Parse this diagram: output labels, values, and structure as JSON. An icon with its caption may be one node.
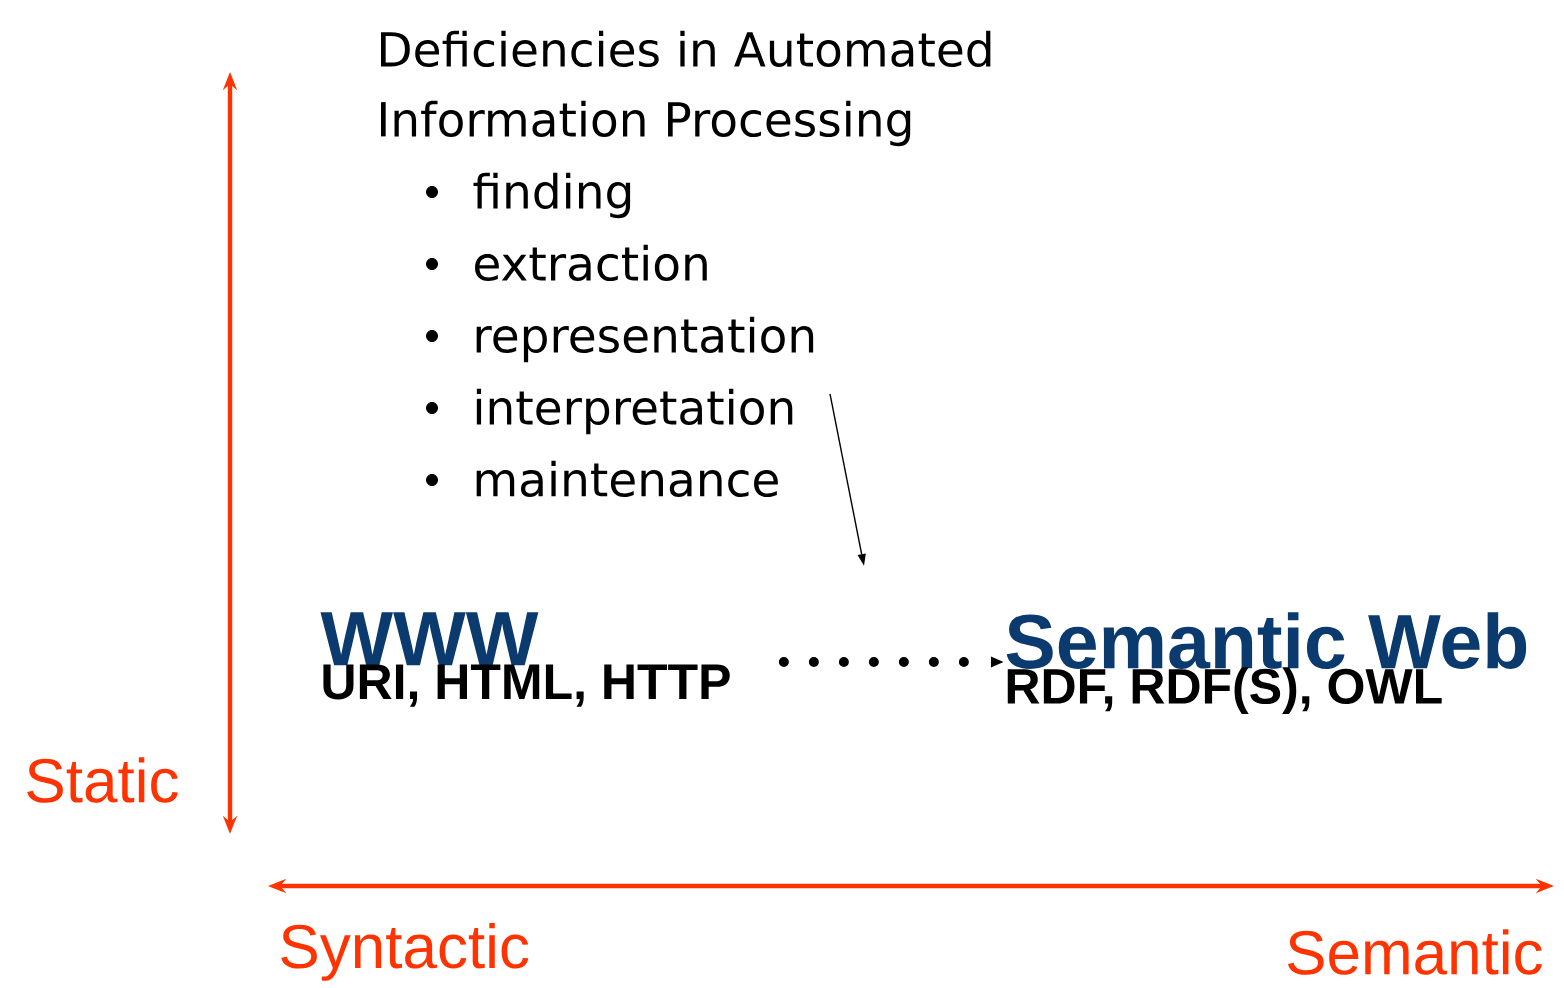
{
  "diagram": {
    "nodes": [
      {
        "text": [
          "Deficiencies in Automated Information Processing",
          "finding",
          "extraction",
          "representation",
          "interpretation",
          "maintenance"
        ]
      },
      {
        "text": [
          "WWW",
          "URI, HTML, HTTP"
        ]
      },
      {
        "text": [
          "Semantic Web",
          "RDF, RDF(S), OWL"
        ]
      }
    ],
    "edges": [
      {
        "from": 0,
        "to": null,
        "arrow": "to"
      },
      {
        "from": 1,
        "to": 2,
        "arrow": "to",
        "style": "dashed"
      }
    ],
    "labels": [
      "Static",
      "Syntactic",
      "Semantic"
    ]
  }
}
